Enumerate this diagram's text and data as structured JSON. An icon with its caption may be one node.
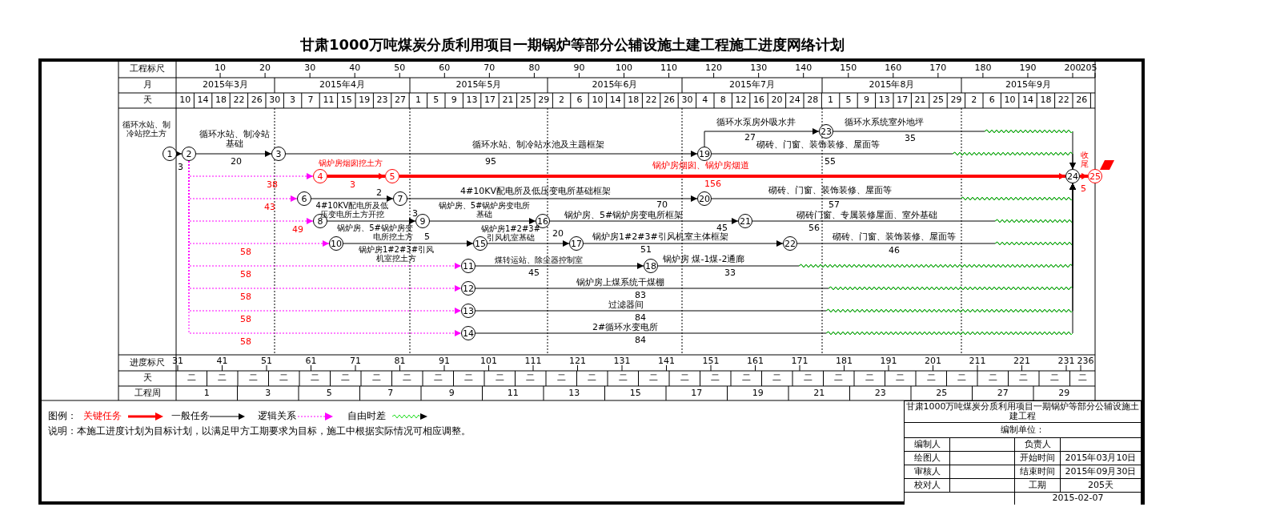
{
  "diagram": {
    "title": "甘肃1000万吨煤炭分质利用项目一期锅炉等部分公辅设施土建工程施工进度网络计划",
    "nodes": [
      {
        "text": [
          "1"
        ]
      },
      {
        "text": [
          "2"
        ]
      },
      {
        "text": [
          "3"
        ]
      },
      {
        "text": [
          "4"
        ]
      },
      {
        "text": [
          "5"
        ]
      },
      {
        "text": [
          "6"
        ]
      },
      {
        "text": [
          "7"
        ]
      },
      {
        "text": [
          "8"
        ]
      },
      {
        "text": [
          "9"
        ]
      },
      {
        "text": [
          "10"
        ]
      },
      {
        "text": [
          "11"
        ]
      },
      {
        "text": [
          "12"
        ]
      },
      {
        "text": [
          "13"
        ]
      },
      {
        "text": [
          "14"
        ]
      },
      {
        "text": [
          "15"
        ]
      },
      {
        "text": [
          "16"
        ]
      },
      {
        "text": [
          "17"
        ]
      },
      {
        "text": [
          "18"
        ]
      },
      {
        "text": [
          "19"
        ]
      },
      {
        "text": [
          "20"
        ]
      },
      {
        "text": [
          "21"
        ]
      },
      {
        "text": [
          "22"
        ]
      },
      {
        "text": [
          "23"
        ]
      },
      {
        "text": [
          "24"
        ]
      },
      {
        "text": [
          "25"
        ]
      }
    ],
    "edges": [
      {
        "from": 0,
        "to": 1,
        "arrow": "to",
        "label": "循环水站、制冷站挖土方"
      },
      {
        "from": 1,
        "to": 2,
        "arrow": "to",
        "label": "循环水站、制冷站基础"
      },
      {
        "from": 2,
        "to": 18,
        "arrow": "to",
        "label": "循环水站、制冷站水池及主题框架"
      },
      {
        "from": 18,
        "to": 22,
        "arrow": "to",
        "label": "循环水泵房外吸水井"
      },
      {
        "from": 22,
        "to": 23,
        "arrow": "to",
        "label": "循环水系统室外地坪"
      },
      {
        "from": 18,
        "to": 23,
        "arrow": "to",
        "label": "砌砖、门窗、装饰装修、屋面等"
      },
      {
        "from": 3,
        "to": 4,
        "arrow": "to",
        "label": "锅炉房烟囱挖土方",
        "style": "thick",
        "color": "#ff0000"
      },
      {
        "from": 4,
        "to": 23,
        "arrow": "to",
        "label": "锅炉房烟囱、锅炉房烟道",
        "style": "thick",
        "color": "#ff0000"
      },
      {
        "from": 5,
        "to": 6,
        "arrow": "to",
        "label": "4#10KV配电所及低压变电所土方开挖"
      },
      {
        "from": 6,
        "to": 19,
        "arrow": "to",
        "label": "4#10KV配电所及低压变电所基础框架"
      },
      {
        "from": 19,
        "to": 23,
        "arrow": "to",
        "label": "砌砖、门窗、装饰装修、屋面等"
      },
      {
        "from": 7,
        "to": 8,
        "arrow": "to",
        "label": "锅炉房、5#锅炉房变电所挖土方"
      },
      {
        "from": 8,
        "to": 15,
        "arrow": "to",
        "label": "锅炉房、5#锅炉房变电所基础"
      },
      {
        "from": 15,
        "to": 20,
        "arrow": "to",
        "label": "锅炉房、5#锅炉房变电所框架"
      },
      {
        "from": 20,
        "to": 23,
        "arrow": "to",
        "label": "砌砖门窗、专属装修屋面、室外基础"
      },
      {
        "from": 9,
        "to": 14,
        "arrow": "to",
        "label": "锅炉房1#2#3#引风机室挖土方"
      },
      {
        "from": 14,
        "to": 16,
        "arrow": "to",
        "label": "锅炉房1#2#3#引风机室基础"
      },
      {
        "from": 16,
        "to": 21,
        "arrow": "to",
        "label": "锅炉房1#2#3#引风机室主体框架"
      },
      {
        "from": 21,
        "to": 23,
        "arrow": "to",
        "label": "砌砖、门窗、装饰装修、屋面等"
      },
      {
        "from": 10,
        "to": 17,
        "arrow": "to",
        "label": "煤转运站、除尘器控制室"
      },
      {
        "from": 17,
        "to": 23,
        "arrow": "to",
        "label": "锅炉房 煤-1煤-2通廊"
      },
      {
        "from": 11,
        "to": 23,
        "arrow": "to",
        "label": "锅炉房上煤系统干煤棚"
      },
      {
        "from": 12,
        "to": 23,
        "arrow": "to",
        "label": "过滤器间"
      },
      {
        "from": 13,
        "to": 23,
        "arrow": "to",
        "label": "2#循环水变电所"
      },
      {
        "from": 23,
        "to": 24,
        "arrow": "to",
        "label": "收尾",
        "style": "thick",
        "color": "#ff0000"
      },
      {
        "from": 1,
        "to": 3,
        "arrow": "to",
        "label": "38",
        "style": "dashed",
        "color": "#ff00ff"
      },
      {
        "from": 1,
        "to": 5,
        "arrow": "to",
        "label": "43",
        "style": "dashed",
        "color": "#ff00ff"
      },
      {
        "from": 1,
        "to": 7,
        "arrow": "to",
        "label": "49",
        "style": "dashed",
        "color": "#ff00ff"
      },
      {
        "from": 1,
        "to": 9,
        "arrow": "to",
        "label": "58",
        "style": "dashed",
        "color": "#ff00ff"
      },
      {
        "from": 1,
        "to": 10,
        "arrow": "to",
        "label": "58",
        "style": "dashed",
        "color": "#ff00ff"
      },
      {
        "from": 1,
        "to": 11,
        "arrow": "to",
        "label": "58",
        "style": "dashed",
        "color": "#ff00ff"
      },
      {
        "from": 1,
        "to": 12,
        "arrow": "to",
        "label": "58",
        "style": "dashed",
        "color": "#ff00ff"
      },
      {
        "from": 1,
        "to": 13,
        "arrow": "to",
        "label": "58",
        "style": "dashed",
        "color": "#ff00ff"
      }
    ],
    "labels": [
      "工程标尺",
      "10",
      "20",
      "30",
      "40",
      "50",
      "60",
      "70",
      "80",
      "90",
      "100",
      "110",
      "120",
      "130",
      "140",
      "150",
      "160",
      "170",
      "180",
      "190",
      "200",
      "205",
      "月",
      "2015年3月",
      "2015年4月",
      "2015年5月",
      "2015年6月",
      "2015年7月",
      "2015年8月",
      "2015年9月",
      "天",
      "10",
      "14",
      "18",
      "22",
      "26",
      "30",
      "3",
      "7",
      "11",
      "15",
      "19",
      "23",
      "27",
      "1",
      "5",
      "9",
      "13",
      "17",
      "21",
      "25",
      "29",
      "2",
      "6",
      "10",
      "14",
      "18",
      "22",
      "26",
      "30",
      "4",
      "8",
      "12",
      "16",
      "20",
      "24",
      "28",
      "1",
      "5",
      "9",
      "13",
      "17",
      "21",
      "25",
      "29",
      "2",
      "6",
      "10",
      "14",
      "18",
      "22",
      "26",
      "3",
      "20",
      "95",
      "27",
      "35",
      "55",
      "3",
      "156",
      "2",
      "70",
      "57",
      "3",
      "45",
      "56",
      "5",
      "20",
      "51",
      "46",
      "45",
      "33",
      "83",
      "84",
      "84",
      "5",
      "进度标尺",
      "31",
      "41",
      "51",
      "61",
      "71",
      "81",
      "91",
      "101",
      "111",
      "121",
      "131",
      "141",
      "151",
      "161",
      "171",
      "181",
      "191",
      "201",
      "211",
      "221",
      "231",
      "236",
      "天",
      "二",
      "二",
      "二",
      "二",
      "二",
      "二",
      "二",
      "二",
      "二",
      "二",
      "二",
      "二",
      "二",
      "二",
      "二",
      "二",
      "二",
      "二",
      "二",
      "二",
      "二",
      "二",
      "二",
      "二",
      "二",
      "二",
      "二",
      "二",
      "二",
      "二",
      "工程周",
      "1",
      "3",
      "5",
      "7",
      "9",
      "11",
      "13",
      "15",
      "17",
      "19",
      "21",
      "23",
      "25",
      "27",
      "29",
      "图例：",
      "说明：本施工进度计划为目标计划，以满足甲方工期要求为目标，施工中根据实际情况可相应调整。",
      "甘肃1000万吨煤炭分质利用项目一期锅炉等部分公辅设施土建工程",
      "编制单位：",
      "编制人",
      "负责人",
      "绘图人",
      "开始时间",
      "2015年03月10日",
      "审核人",
      "结束时间",
      "2015年09月30日",
      "校对人",
      "工期",
      "205天",
      "2015-02-07"
    ],
    "legend": [
      {
        "text": "关键任务"
      },
      {
        "text": "一般任务"
      },
      {
        "text": "逻辑关系"
      },
      {
        "text": "自由时差"
      }
    ]
  }
}
